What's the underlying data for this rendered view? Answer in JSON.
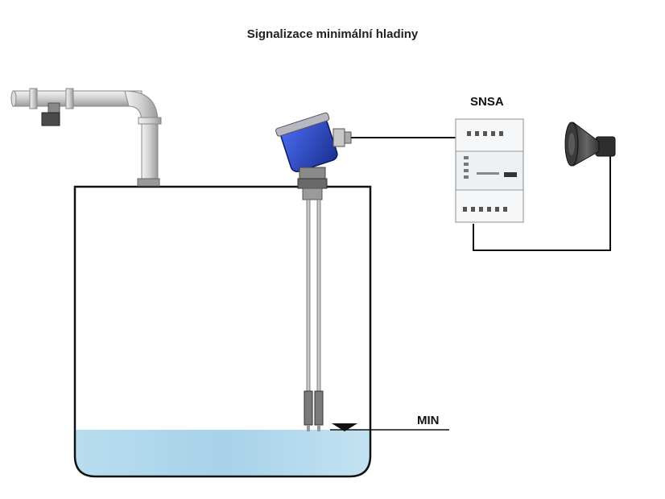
{
  "title": "Signalizace minimální hladiny",
  "labels": {
    "controller": "SNSA",
    "level_mark": "MIN"
  },
  "colors": {
    "water": "#a9d4ea",
    "sensor_head": "#1f3fb0",
    "tank_outline": "#111111",
    "pipe": "#c8c8c8"
  },
  "icons": {
    "sensor": "level-sensor-icon",
    "controller": "relay-module-icon",
    "alarm": "horn-speaker-icon"
  }
}
